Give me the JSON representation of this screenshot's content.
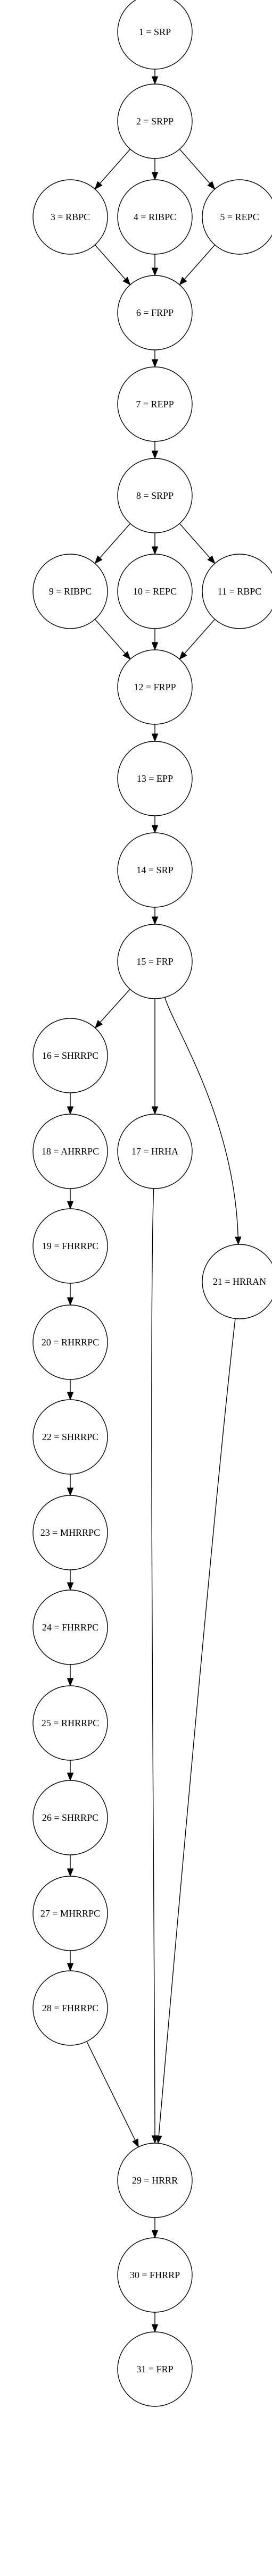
{
  "nodes": [
    {
      "id": "n1",
      "label": "1 = SRP"
    },
    {
      "id": "n2",
      "label": "2 = SRPP"
    },
    {
      "id": "n3",
      "label": "3 = RBPC"
    },
    {
      "id": "n4",
      "label": "4 = RIBPC"
    },
    {
      "id": "n5",
      "label": "5 = REPC"
    },
    {
      "id": "n6",
      "label": "6 = FRPP"
    },
    {
      "id": "n7",
      "label": "7 = REPP"
    },
    {
      "id": "n8",
      "label": "8 = SRPP"
    },
    {
      "id": "n9",
      "label": "9 = RIBPC"
    },
    {
      "id": "n10",
      "label": "10 = REPC"
    },
    {
      "id": "n11",
      "label": "11 = RBPC"
    },
    {
      "id": "n12",
      "label": "12 = FRPP"
    },
    {
      "id": "n13",
      "label": "13 = EPP"
    },
    {
      "id": "n14",
      "label": "14 = SRP"
    },
    {
      "id": "n15",
      "label": "15 = FRP"
    },
    {
      "id": "n16",
      "label": "16 = SHRRPC"
    },
    {
      "id": "n17",
      "label": "17 = HRHA"
    },
    {
      "id": "n18",
      "label": "18 = AHRRPC"
    },
    {
      "id": "n19",
      "label": "19 = FHRRPC"
    },
    {
      "id": "n20",
      "label": "20 = RHRRPC"
    },
    {
      "id": "n21",
      "label": "21 = HRRAN"
    },
    {
      "id": "n22",
      "label": "22 = SHRRPC"
    },
    {
      "id": "n23",
      "label": "23 = MHRRPC"
    },
    {
      "id": "n24",
      "label": "24 = FHRRPC"
    },
    {
      "id": "n25",
      "label": "25 = RHRRPC"
    },
    {
      "id": "n26",
      "label": "26 = SHRRPC"
    },
    {
      "id": "n27",
      "label": "27 = MHRRPC"
    },
    {
      "id": "n28",
      "label": "28 = FHRRPC"
    },
    {
      "id": "n29",
      "label": "29 = HRRR"
    },
    {
      "id": "n30",
      "label": "30 = FHRRP"
    },
    {
      "id": "n31",
      "label": "31 = FRP"
    }
  ],
  "edges": [
    [
      "n1",
      "n2"
    ],
    [
      "n2",
      "n3"
    ],
    [
      "n2",
      "n4"
    ],
    [
      "n2",
      "n5"
    ],
    [
      "n3",
      "n6"
    ],
    [
      "n4",
      "n6"
    ],
    [
      "n5",
      "n6"
    ],
    [
      "n6",
      "n7"
    ],
    [
      "n7",
      "n8"
    ],
    [
      "n8",
      "n9"
    ],
    [
      "n8",
      "n10"
    ],
    [
      "n8",
      "n11"
    ],
    [
      "n9",
      "n12"
    ],
    [
      "n10",
      "n12"
    ],
    [
      "n11",
      "n12"
    ],
    [
      "n12",
      "n13"
    ],
    [
      "n13",
      "n14"
    ],
    [
      "n14",
      "n15"
    ],
    [
      "n15",
      "n16"
    ],
    [
      "n15",
      "n17"
    ],
    [
      "n15",
      "n21"
    ],
    [
      "n16",
      "n18"
    ],
    [
      "n18",
      "n19"
    ],
    [
      "n19",
      "n20"
    ],
    [
      "n20",
      "n22"
    ],
    [
      "n22",
      "n23"
    ],
    [
      "n23",
      "n24"
    ],
    [
      "n24",
      "n25"
    ],
    [
      "n25",
      "n26"
    ],
    [
      "n26",
      "n27"
    ],
    [
      "n27",
      "n28"
    ],
    [
      "n28",
      "n29"
    ],
    [
      "n17",
      "n29"
    ],
    [
      "n21",
      "n29"
    ],
    [
      "n29",
      "n30"
    ],
    [
      "n30",
      "n31"
    ]
  ],
  "colors": {
    "stroke": "#000000",
    "fill": "#ffffff"
  }
}
